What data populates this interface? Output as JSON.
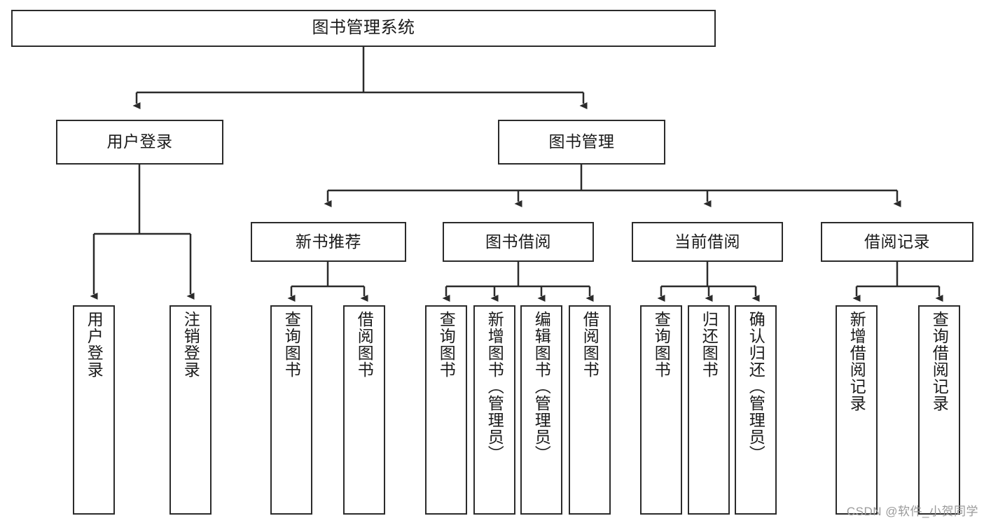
{
  "diagram": {
    "title": "图书管理系统",
    "type": "tree",
    "watermark": "CSDN @软件_小贺同学",
    "colors": {
      "stroke": "#2b2b2b",
      "fill": "#ffffff",
      "text": "#1a1a1a",
      "watermark": "#9a9a9a"
    },
    "levels": {
      "root": {
        "label": "图书管理系统"
      },
      "level2": [
        {
          "id": "user-login",
          "label": "用户登录"
        },
        {
          "id": "book-manage",
          "label": "图书管理"
        }
      ],
      "level3": [
        {
          "id": "new-book-recommend",
          "label": "新书推荐"
        },
        {
          "id": "book-borrow",
          "label": "图书借阅"
        },
        {
          "id": "current-borrow",
          "label": "当前借阅"
        },
        {
          "id": "borrow-record",
          "label": "借阅记录"
        }
      ],
      "leaves": {
        "user-login": [
          {
            "id": "leaf-user-login",
            "label": "用户登录"
          },
          {
            "id": "leaf-logout",
            "label": "注销登录"
          }
        ],
        "new-book-recommend": [
          {
            "id": "leaf-query-book-1",
            "label": "查询图书"
          },
          {
            "id": "leaf-borrow-book-1",
            "label": "借阅图书"
          }
        ],
        "book-borrow": [
          {
            "id": "leaf-query-book-2",
            "label": "查询图书"
          },
          {
            "id": "leaf-add-book",
            "label": "新增图书（管理员）"
          },
          {
            "id": "leaf-edit-book",
            "label": "编辑图书（管理员）"
          },
          {
            "id": "leaf-borrow-book-2",
            "label": "借阅图书"
          }
        ],
        "current-borrow": [
          {
            "id": "leaf-query-book-3",
            "label": "查询图书"
          },
          {
            "id": "leaf-return-book",
            "label": "归还图书"
          },
          {
            "id": "leaf-confirm-return",
            "label": "确认归还（管理员）"
          }
        ],
        "borrow-record": [
          {
            "id": "leaf-add-record",
            "label": "新增借阅记录"
          },
          {
            "id": "leaf-query-record",
            "label": "查询借阅记录"
          }
        ]
      }
    }
  }
}
